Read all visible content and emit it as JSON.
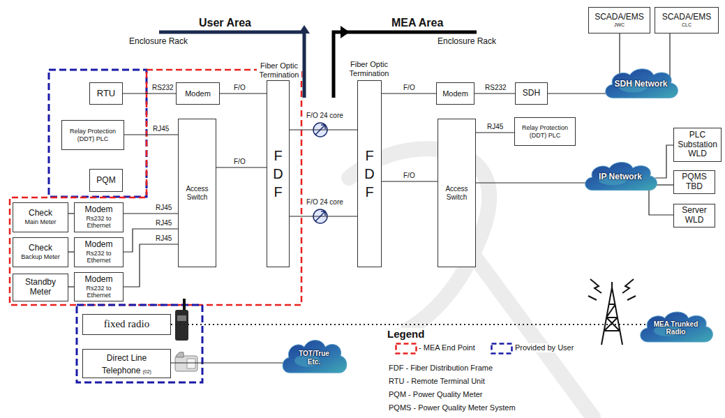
{
  "diagram": {
    "nodes": [
      {
        "text": [
          "SCADA/EMS",
          "JWC"
        ]
      },
      {
        "text": [
          "SCADA/EMS",
          "CLC"
        ]
      },
      {
        "text": [
          "RTU"
        ]
      },
      {
        "text": [
          "Modem"
        ]
      },
      {
        "text": [
          "F D F"
        ]
      },
      {
        "text": [
          "F D F"
        ]
      },
      {
        "text": [
          "Modem"
        ]
      },
      {
        "text": [
          "SDH"
        ]
      },
      {
        "text": [
          "SDH Network"
        ]
      },
      {
        "text": [
          "Relay Protection (DDT) PLC"
        ]
      },
      {
        "text": [
          "Access Switch"
        ]
      },
      {
        "text": [
          "Relay Protection (DDT) PLC"
        ]
      },
      {
        "text": [
          "PLC Substation WLD"
        ]
      },
      {
        "text": [
          "Access Switch"
        ]
      },
      {
        "text": [
          "IP Network"
        ]
      },
      {
        "text": [
          "PQMS TBD"
        ]
      },
      {
        "text": [
          "Server WLD"
        ]
      },
      {
        "text": [
          "PQM"
        ]
      },
      {
        "text": [
          "Check",
          "Main Meter"
        ]
      },
      {
        "text": [
          "Modem",
          "Rs232 to Ethernet"
        ]
      },
      {
        "text": [
          "Check",
          "Backup Meter"
        ]
      },
      {
        "text": [
          "Modem",
          "Rs232 to Ethernet"
        ]
      },
      {
        "text": [
          "Standby Meter"
        ]
      },
      {
        "text": [
          "Modem",
          "Rs232 to Ethernet"
        ]
      },
      {
        "text": [
          "fixed radio"
        ]
      },
      {
        "text": [
          "MEA Trunked Radio"
        ]
      },
      {
        "text": [
          "Direct Line Telephone",
          "(02)"
        ]
      },
      {
        "text": [
          "TOT/True Etc."
        ]
      }
    ],
    "edges": [
      {
        "from": 2,
        "to": 3,
        "label": "RS232",
        "arrow": "none"
      },
      {
        "from": 3,
        "to": 4,
        "label": "F/O",
        "arrow": "none"
      },
      {
        "from": 9,
        "to": 10,
        "label": "RJ45",
        "arrow": "none"
      },
      {
        "from": 10,
        "to": 4,
        "label": "F/O",
        "arrow": "none"
      },
      {
        "from": 4,
        "to": 5,
        "label": "F/O 24 core",
        "arrow": "none"
      },
      {
        "from": 4,
        "to": 5,
        "label": "F/O 24 core",
        "arrow": "none"
      },
      {
        "from": 5,
        "to": 6,
        "label": "F/O",
        "arrow": "none"
      },
      {
        "from": 6,
        "to": 7,
        "label": "RS232",
        "arrow": "none"
      },
      {
        "from": 7,
        "to": 8,
        "arrow": "none"
      },
      {
        "from": 0,
        "to": 8,
        "arrow": "none"
      },
      {
        "from": 1,
        "to": 8,
        "arrow": "none"
      },
      {
        "from": 13,
        "to": 11,
        "label": "RJ45",
        "arrow": "none"
      },
      {
        "from": 5,
        "to": 13,
        "label": "F/O",
        "arrow": "none"
      },
      {
        "from": 13,
        "to": 14,
        "arrow": "none"
      },
      {
        "from": 14,
        "to": 12,
        "arrow": "none"
      },
      {
        "from": 14,
        "to": 15,
        "arrow": "none"
      },
      {
        "from": 14,
        "to": 16,
        "arrow": "none"
      },
      {
        "from": 19,
        "to": 10,
        "label": "RJ45",
        "arrow": "none"
      },
      {
        "from": 21,
        "to": 10,
        "label": "RJ45",
        "arrow": "none"
      },
      {
        "from": 23,
        "to": 10,
        "label": "RJ45",
        "arrow": "none"
      },
      {
        "from": 18,
        "to": 19,
        "arrow": "none"
      },
      {
        "from": 20,
        "to": 21,
        "arrow": "none"
      },
      {
        "from": 22,
        "to": 23,
        "arrow": "none"
      },
      {
        "from": 24,
        "to": 25,
        "arrow": "none"
      },
      {
        "from": 26,
        "to": 27,
        "arrow": "none"
      }
    ],
    "labels": [
      "User Area",
      "MEA Area",
      "Enclosure Rack",
      "Enclosure Rack",
      "Fiber Optic Termination",
      "Fiber Optic Termination",
      "Legend"
    ],
    "legend": [
      {
        "text": "- MEA End Point"
      },
      {
        "text": "Provided by User"
      },
      {
        "text": "FDF - Fiber Distribution Frame"
      },
      {
        "text": "RTU - Remote Terminal Unit"
      },
      {
        "text": "PQM - Power Quality Meter"
      },
      {
        "text": "PQMS - Power Quality Meter System"
      }
    ]
  }
}
